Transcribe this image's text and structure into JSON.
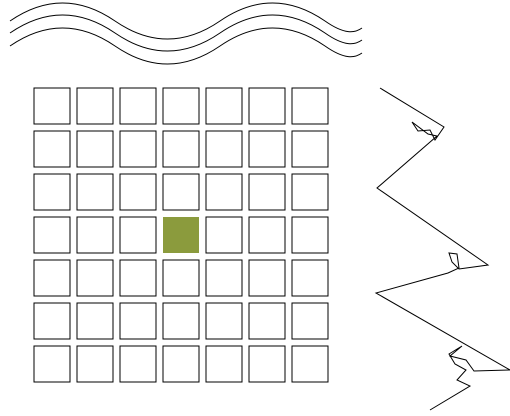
{
  "grid": {
    "rows": 7,
    "cols": 7,
    "highlighted_cell": {
      "row": 4,
      "col": 4
    },
    "cell_fill": "#ffffff",
    "cell_stroke": "#000000",
    "highlight_fill": "#8b9b3d"
  },
  "decorations": {
    "wavy_lines": {
      "count": 3,
      "stroke": "#000000"
    },
    "zigzag_line": {
      "stroke": "#000000"
    }
  }
}
